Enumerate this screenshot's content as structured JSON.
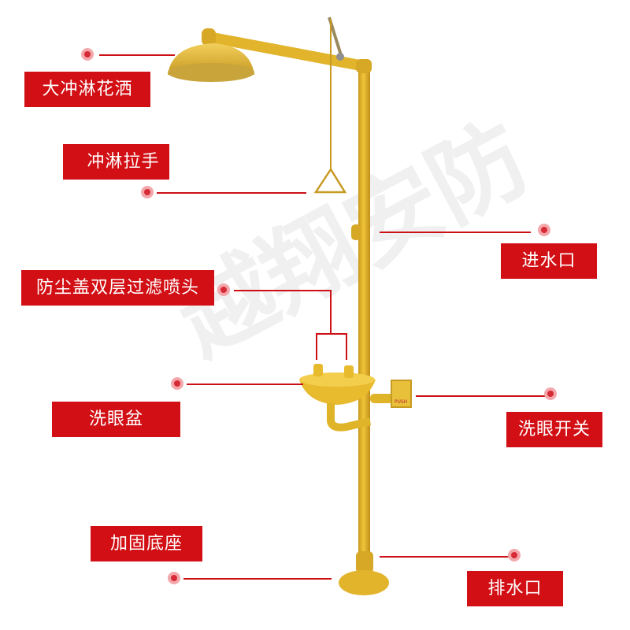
{
  "watermark": "越翔安防",
  "colors": {
    "label_bg": "#d10f14",
    "label_text": "#ffffff",
    "leader_line": "#cc1016",
    "dot_outer": "#f4a7aa",
    "dot_inner": "#d62a36",
    "equipment_yellow": "#e0b429"
  },
  "equipment": {
    "name": "eye wash and emergency shower station",
    "push_plate_text": "PUSH"
  },
  "labels": [
    {
      "id": "shower-head",
      "text": "大冲淋花洒"
    },
    {
      "id": "pull-handle",
      "text": "冲淋拉手"
    },
    {
      "id": "water-inlet",
      "text": "进水口"
    },
    {
      "id": "spray-heads",
      "text": "防尘盖双层过滤喷头"
    },
    {
      "id": "eyewash-bowl",
      "text": "洗眼盆"
    },
    {
      "id": "eyewash-switch",
      "text": "洗眼开关"
    },
    {
      "id": "base",
      "text": "加固底座"
    },
    {
      "id": "drain",
      "text": "排水口"
    }
  ]
}
